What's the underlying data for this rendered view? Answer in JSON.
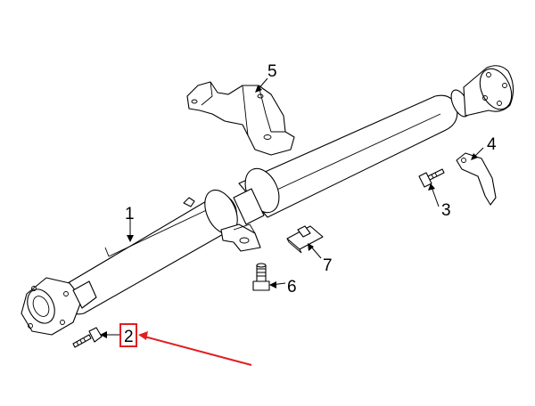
{
  "diagram": {
    "callouts": [
      {
        "id": "1",
        "label": "1"
      },
      {
        "id": "2",
        "label": "2"
      },
      {
        "id": "3",
        "label": "3"
      },
      {
        "id": "4",
        "label": "4"
      },
      {
        "id": "5",
        "label": "5"
      },
      {
        "id": "6",
        "label": "6"
      },
      {
        "id": "7",
        "label": "7"
      }
    ],
    "highlight": {
      "target": "2",
      "color": "#e02020"
    }
  }
}
